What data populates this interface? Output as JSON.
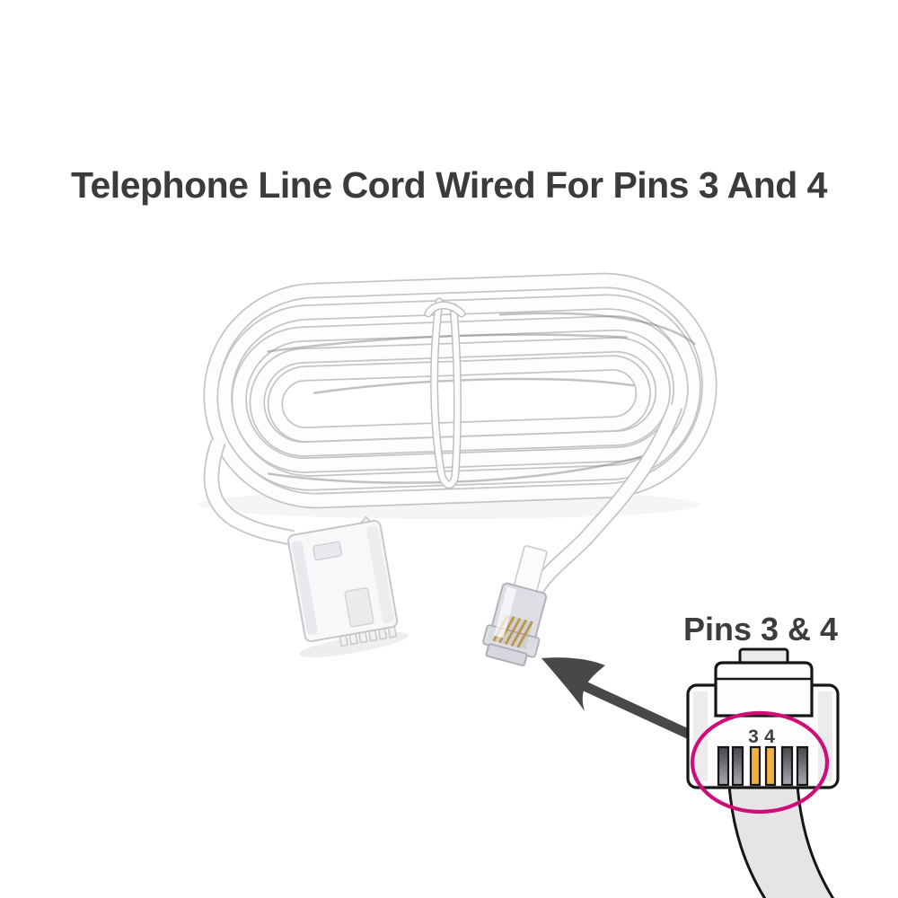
{
  "page": {
    "background_color": "#ffffff"
  },
  "title": {
    "text": "Telephone Line Cord Wired For Pins 3 And 4",
    "color": "#3b3b3b"
  },
  "photo": {
    "subject": "white telephone line cord coiled with a centre wrap, BT plug on left end, clear RJ11 plug on right end",
    "cable_color": "#fdfdfe",
    "cable_edge_color": "#c5c5c9",
    "bt_plug_color": "#f8f8fa",
    "rj11_clear_color": "#dcdce3",
    "rj11_pin_color": "#b9903f"
  },
  "callout": {
    "label": "Pins 3 & 4",
    "label_color": "#3d3d3d",
    "arrow_color": "#48484a",
    "highlight_color": "#ce0f78",
    "gold_pin_color": "#efb23e",
    "plug_outline_color": "#161616",
    "plug_fill_color": "#fdfdfd",
    "cable_fill_color": "#e5e5e7",
    "pin_numbers": [
      "3",
      "4"
    ]
  }
}
